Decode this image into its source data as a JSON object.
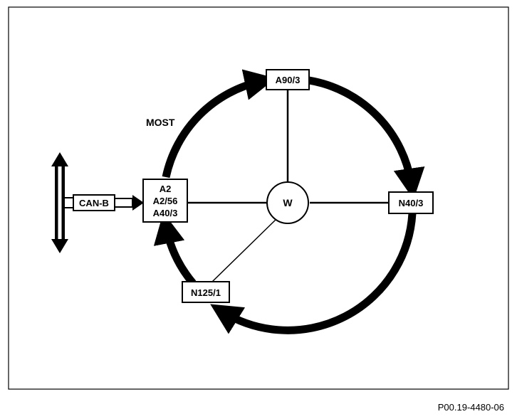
{
  "labels": {
    "most": "MOST",
    "can_b": "CAN-B",
    "a2_lines": [
      "A2",
      "A2/56",
      "A40/3"
    ],
    "a90": "A90/3",
    "n40": "N40/3",
    "n125": "N125/1",
    "w": "W"
  },
  "figure_ref": "P00.19-4480-06",
  "colors": {
    "line": "#000000",
    "background": "#ffffff"
  }
}
